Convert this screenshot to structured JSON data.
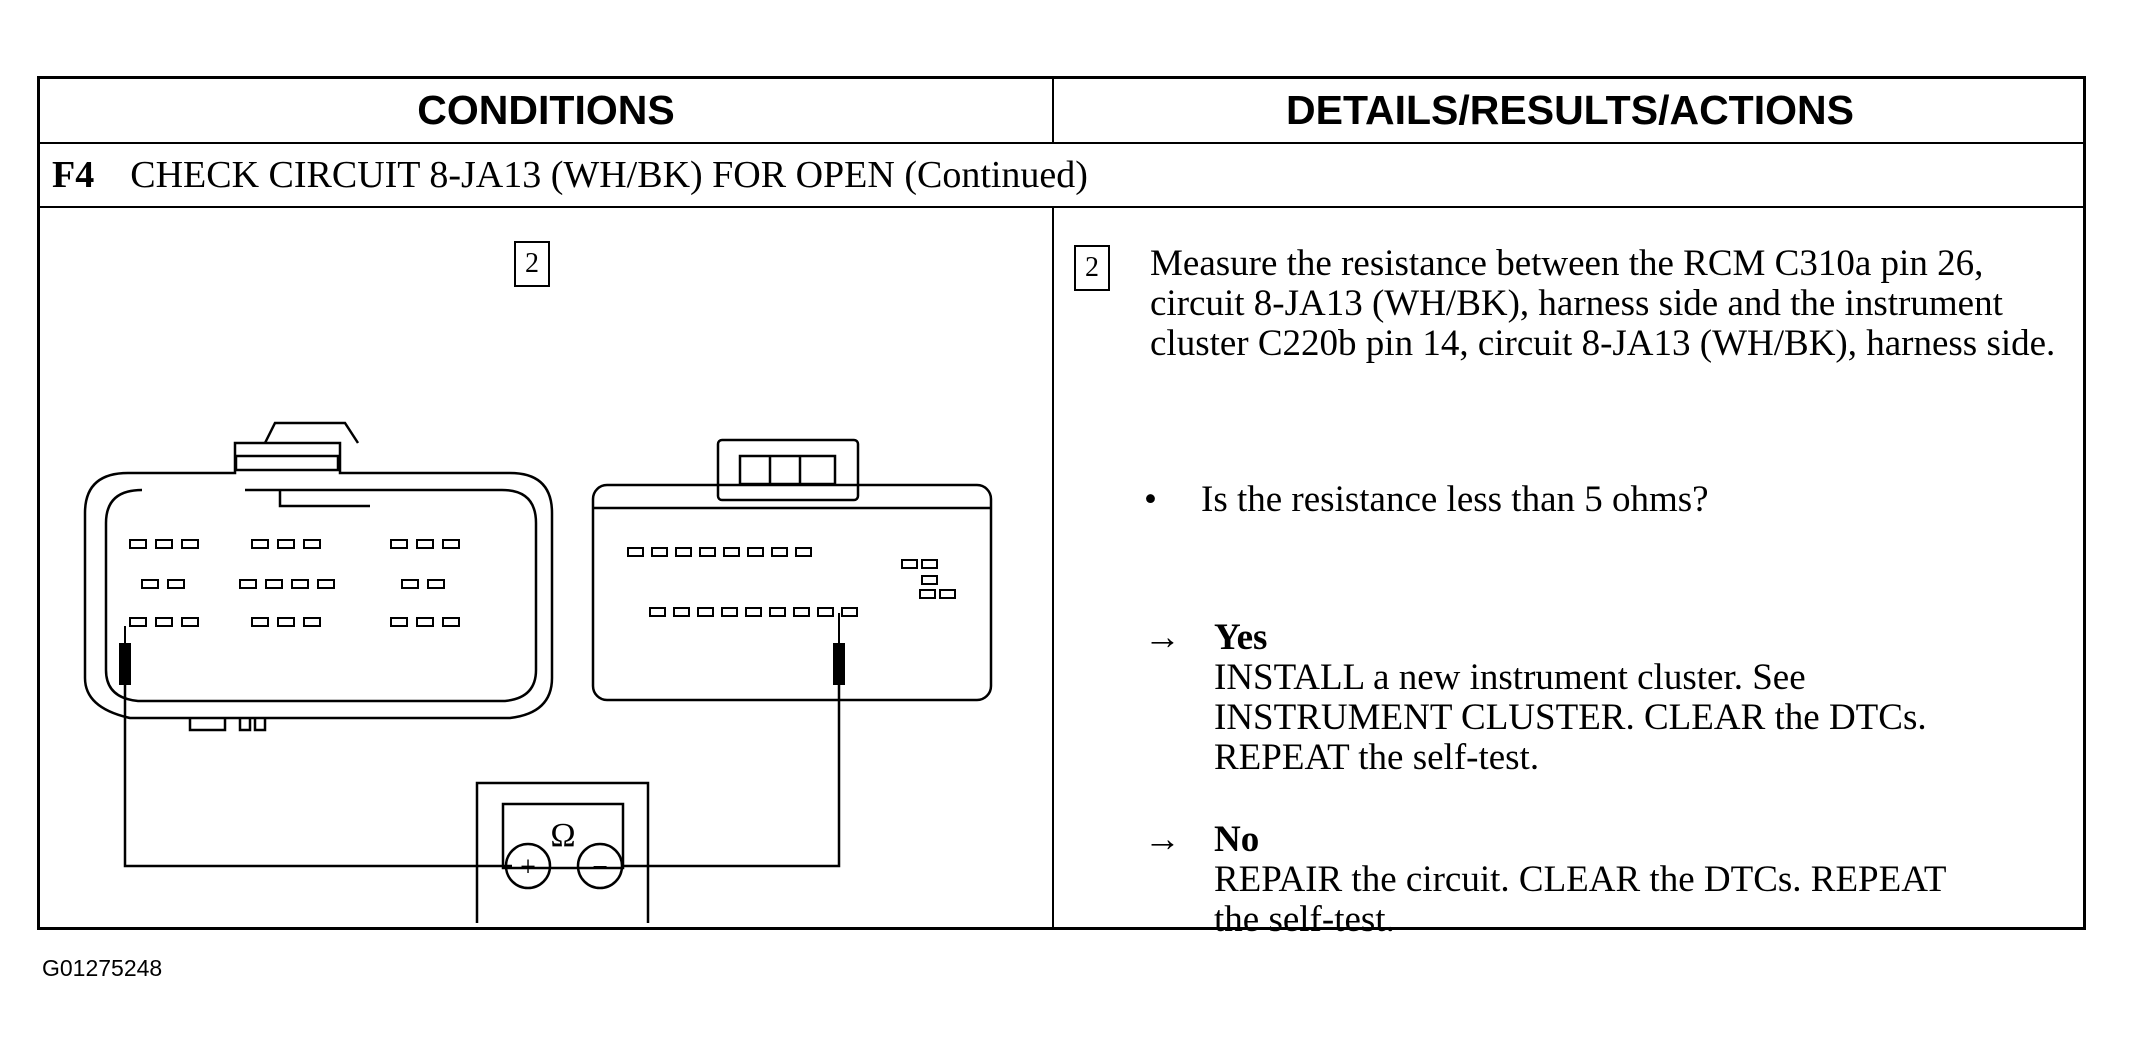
{
  "table": {
    "header_conditions": "CONDITIONS",
    "header_details": "DETAILS/RESULTS/ACTIONS",
    "step_id": "F4",
    "step_title": "CHECK CIRCUIT 8-JA13 (WH/BK) FOR OPEN (Continued)"
  },
  "diagram": {
    "step_number": "2",
    "meter_symbol": "Ω",
    "plus_symbol": "+",
    "minus_symbol": "−",
    "icon": "ohmmeter-connector-diagram"
  },
  "details": {
    "step_number": "2",
    "instruction": "Measure the resistance between the RCM C310a pin 26, circuit 8-JA13 (WH/BK), harness side and the instrument cluster C220b pin 14, circuit 8-JA13 (WH/BK), harness side.",
    "question_bullet": "•",
    "question": "Is the resistance less than 5 ohms?",
    "arrow": "→",
    "yes_label": "Yes",
    "yes_action": "INSTALL a new instrument cluster.  See INSTRUMENT CLUSTER. CLEAR the DTCs. REPEAT the self-test.",
    "no_label": "No",
    "no_action": "REPAIR the circuit. CLEAR the DTCs. REPEAT the self-test."
  },
  "figure_id": "G01275248"
}
